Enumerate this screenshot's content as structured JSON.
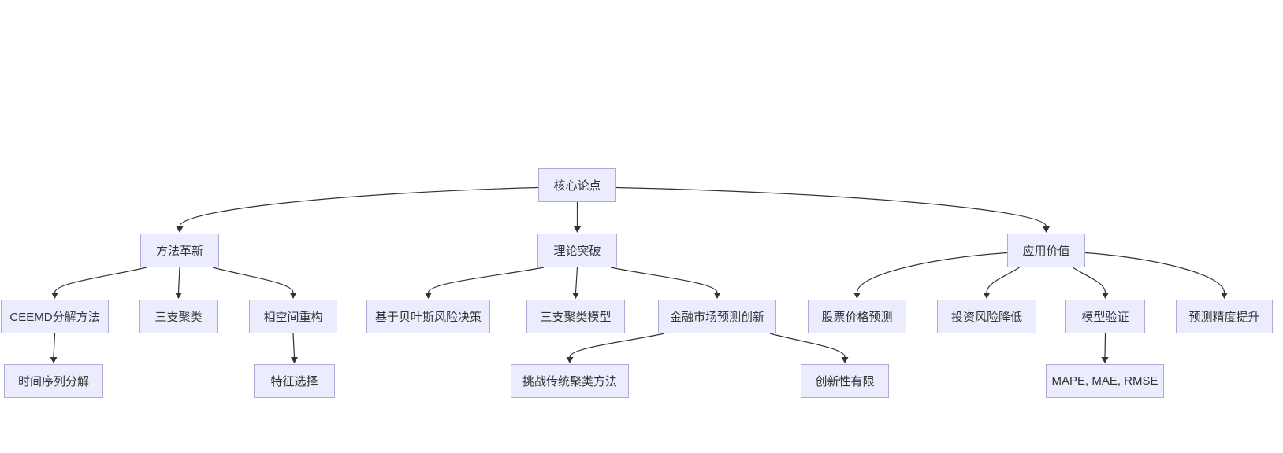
{
  "diagram": {
    "type": "flowchart",
    "direction": "top-down",
    "colors": {
      "node_fill": "#ECECFF",
      "node_border": "#B0A9D8",
      "edge": "#333333",
      "text": "#333333",
      "background": "#FFFFFF"
    },
    "nodes": [
      {
        "id": "root",
        "label": "核心论点"
      },
      {
        "id": "method",
        "label": "方法革新"
      },
      {
        "id": "theory",
        "label": "理论突破"
      },
      {
        "id": "application",
        "label": "应用价值"
      },
      {
        "id": "ceemd",
        "label": "CEEMD分解方法"
      },
      {
        "id": "three_way",
        "label": "三支聚类"
      },
      {
        "id": "phase_space",
        "label": "相空间重构"
      },
      {
        "id": "bayes",
        "label": "基于贝叶斯风险决策"
      },
      {
        "id": "twc_model",
        "label": "三支聚类模型"
      },
      {
        "id": "fin_innovation",
        "label": "金融市场预测创新"
      },
      {
        "id": "stock",
        "label": "股票价格预测"
      },
      {
        "id": "risk",
        "label": "投资风险降低"
      },
      {
        "id": "validation",
        "label": "模型验证"
      },
      {
        "id": "accuracy",
        "label": "预测精度提升"
      },
      {
        "id": "ts_decomp",
        "label": "时间序列分解"
      },
      {
        "id": "feature",
        "label": "特征选择"
      },
      {
        "id": "challenge",
        "label": "挑战传统聚类方法"
      },
      {
        "id": "limited",
        "label": "创新性有限"
      },
      {
        "id": "metrics",
        "label": "MAPE, MAE, RMSE"
      }
    ],
    "edges": [
      {
        "from": "root",
        "to": "method"
      },
      {
        "from": "root",
        "to": "theory"
      },
      {
        "from": "root",
        "to": "application"
      },
      {
        "from": "method",
        "to": "ceemd"
      },
      {
        "from": "method",
        "to": "three_way"
      },
      {
        "from": "method",
        "to": "phase_space"
      },
      {
        "from": "theory",
        "to": "bayes"
      },
      {
        "from": "theory",
        "to": "twc_model"
      },
      {
        "from": "theory",
        "to": "fin_innovation"
      },
      {
        "from": "application",
        "to": "stock"
      },
      {
        "from": "application",
        "to": "risk"
      },
      {
        "from": "application",
        "to": "validation"
      },
      {
        "from": "application",
        "to": "accuracy"
      },
      {
        "from": "ceemd",
        "to": "ts_decomp"
      },
      {
        "from": "phase_space",
        "to": "feature"
      },
      {
        "from": "fin_innovation",
        "to": "challenge"
      },
      {
        "from": "fin_innovation",
        "to": "limited"
      },
      {
        "from": "validation",
        "to": "metrics"
      }
    ]
  }
}
